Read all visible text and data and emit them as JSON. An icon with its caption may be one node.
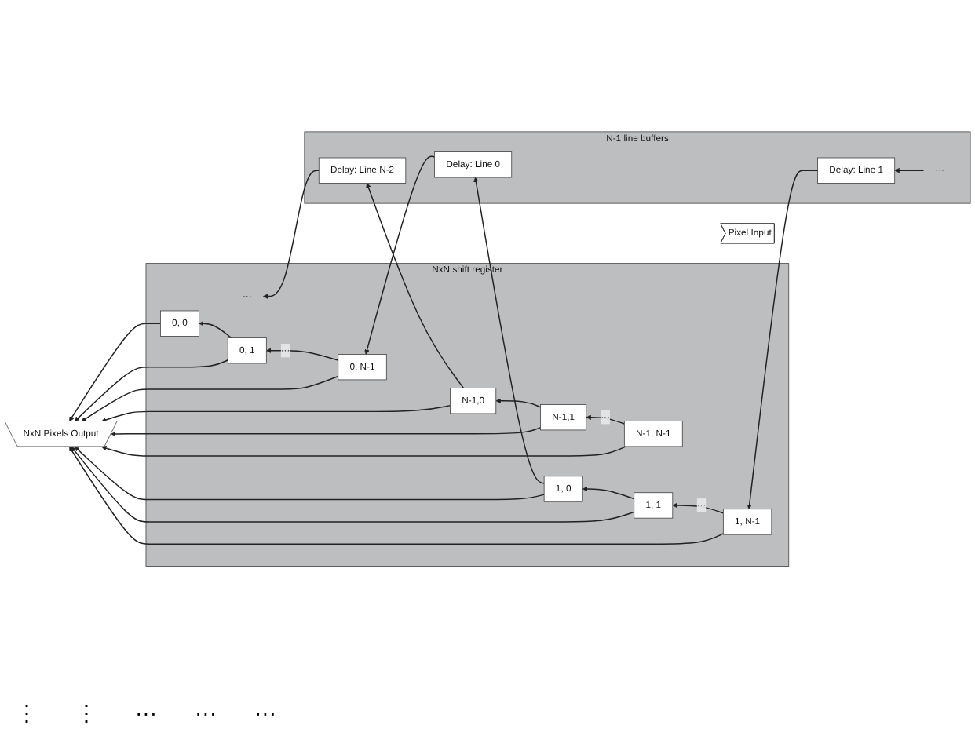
{
  "diagram": {
    "nodes": [
      {
        "text": [
          "NxN shift register"
        ]
      },
      {
        "text": [
          "0, 0"
        ],
        "in": 0
      },
      {
        "text": [
          "0, 1"
        ],
        "in": 0
      },
      {
        "text": [
          "0, N-1"
        ],
        "in": 0
      },
      {
        "text": [
          "1, 0"
        ],
        "in": 0
      },
      {
        "text": [
          "1, 1"
        ],
        "in": 0
      },
      {
        "text": [
          "1, N-1"
        ],
        "in": 0
      },
      {
        "text": [
          "N-1,0"
        ],
        "in": 0
      },
      {
        "text": [
          "N-1,1"
        ],
        "in": 0
      },
      {
        "text": [
          "N-1, N-1"
        ],
        "in": 0
      },
      {
        "text": [
          "N-1 line buffers"
        ]
      },
      {
        "text": [
          "Delay: Line 0"
        ],
        "in": 10
      },
      {
        "text": [
          "Delay: Line 1"
        ],
        "in": 10
      },
      {
        "text": [
          "Delay: Line N-2"
        ],
        "in": 10
      },
      {
        "text": [
          "Pixel Input"
        ]
      },
      {
        "text": [
          "NxN Pixels Output"
        ]
      },
      {
        "text": [
          "···"
        ],
        "in": 0
      },
      {
        "text": [
          "···"
        ],
        "in": 10
      }
    ],
    "edges": [
      {
        "from": 2,
        "to": 1,
        "arrow": "to"
      },
      {
        "from": 3,
        "to": 2,
        "arrow": "to",
        "label": "···"
      },
      {
        "from": 11,
        "to": 3,
        "arrow": "to"
      },
      {
        "from": 4,
        "to": 11,
        "arrow": "to"
      },
      {
        "from": 5,
        "to": 4,
        "arrow": "to"
      },
      {
        "from": 6,
        "to": 5,
        "arrow": "to",
        "label": "···"
      },
      {
        "from": 12,
        "to": 6,
        "arrow": "to"
      },
      {
        "from": 17,
        "to": 12,
        "arrow": "to"
      },
      {
        "from": 13,
        "to": 16,
        "arrow": "to"
      },
      {
        "from": 7,
        "to": 13,
        "arrow": "to"
      },
      {
        "from": 8,
        "to": 7,
        "arrow": "to"
      },
      {
        "from": 9,
        "to": 8,
        "arrow": "to",
        "label": "···"
      },
      {
        "from": 1,
        "to": 15,
        "arrow": "to"
      },
      {
        "from": 4,
        "to": 15,
        "arrow": "to"
      },
      {
        "from": 7,
        "to": 15,
        "arrow": "to"
      },
      {
        "from": 2,
        "to": 15,
        "arrow": "to"
      },
      {
        "from": 5,
        "to": 15,
        "arrow": "to"
      },
      {
        "from": 8,
        "to": 15,
        "arrow": "to"
      },
      {
        "from": 3,
        "to": 15,
        "arrow": "to"
      },
      {
        "from": 6,
        "to": 15,
        "arrow": "to"
      },
      {
        "from": 9,
        "to": 15,
        "arrow": "to"
      }
    ],
    "labels": [
      "⋮",
      "⋮",
      "···",
      "···",
      "···"
    ]
  }
}
